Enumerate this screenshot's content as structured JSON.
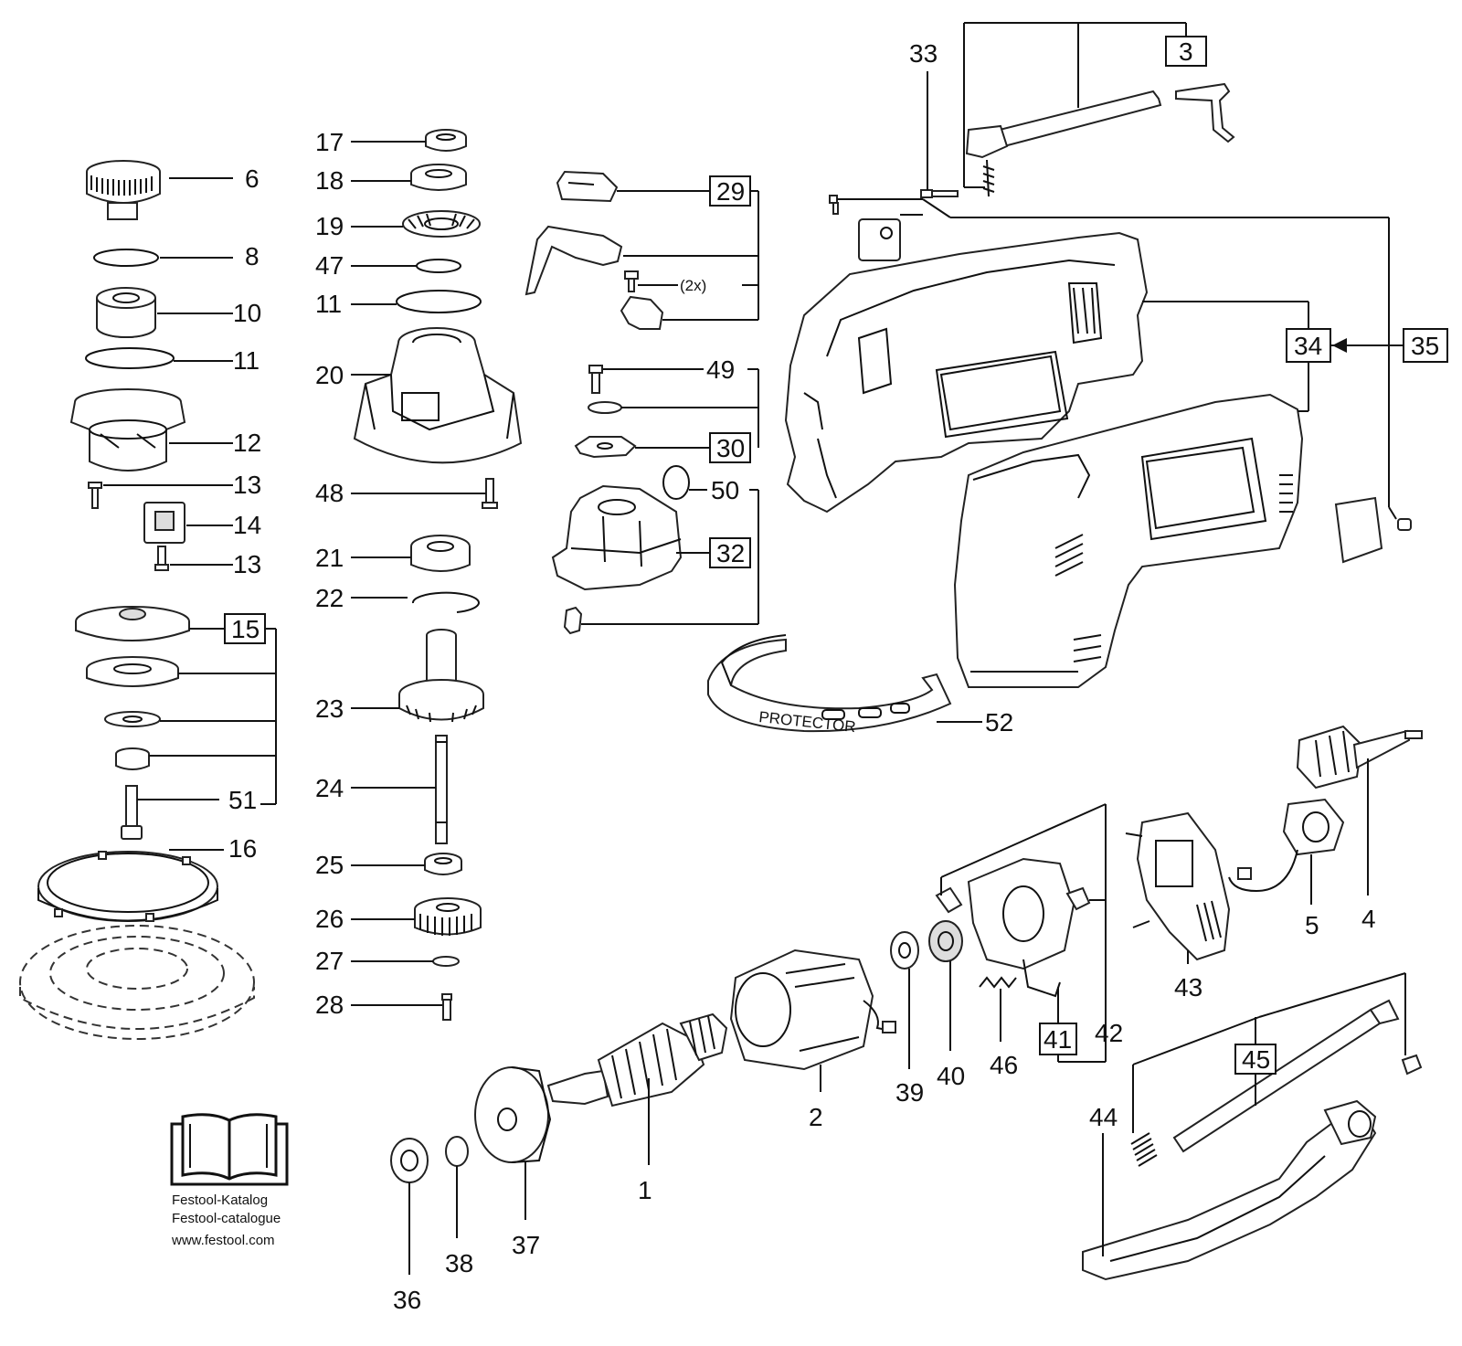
{
  "diagram": {
    "callouts": {
      "c1": "1",
      "c2": "2",
      "c3": "3",
      "c4": "4",
      "c5": "5",
      "c6": "6",
      "c8": "8",
      "c10": "10",
      "c11a": "11",
      "c11b": "11",
      "c12": "12",
      "c13a": "13",
      "c13b": "13",
      "c14": "14",
      "c15": "15",
      "c16": "16",
      "c17": "17",
      "c18": "18",
      "c19": "19",
      "c20": "20",
      "c21": "21",
      "c22": "22",
      "c23": "23",
      "c24": "24",
      "c25": "25",
      "c26": "26",
      "c27": "27",
      "c28": "28",
      "c29": "29",
      "c30": "30",
      "c32": "32",
      "c33": "33",
      "c34": "34",
      "c35": "35",
      "c36": "36",
      "c37": "37",
      "c38": "38",
      "c39": "39",
      "c40": "40",
      "c41": "41",
      "c42": "42",
      "c43": "43",
      "c44": "44",
      "c45": "45",
      "c46": "46",
      "c47": "47",
      "c48": "48",
      "c49": "49",
      "c50": "50",
      "c51": "51",
      "c52": "52"
    },
    "quantity_note": "(2x)",
    "guard_print": "PROTECTOR",
    "catalog": {
      "line1": "Festool-Katalog",
      "line2": "Festool-catalogue",
      "line3": "www.festool.com"
    }
  }
}
